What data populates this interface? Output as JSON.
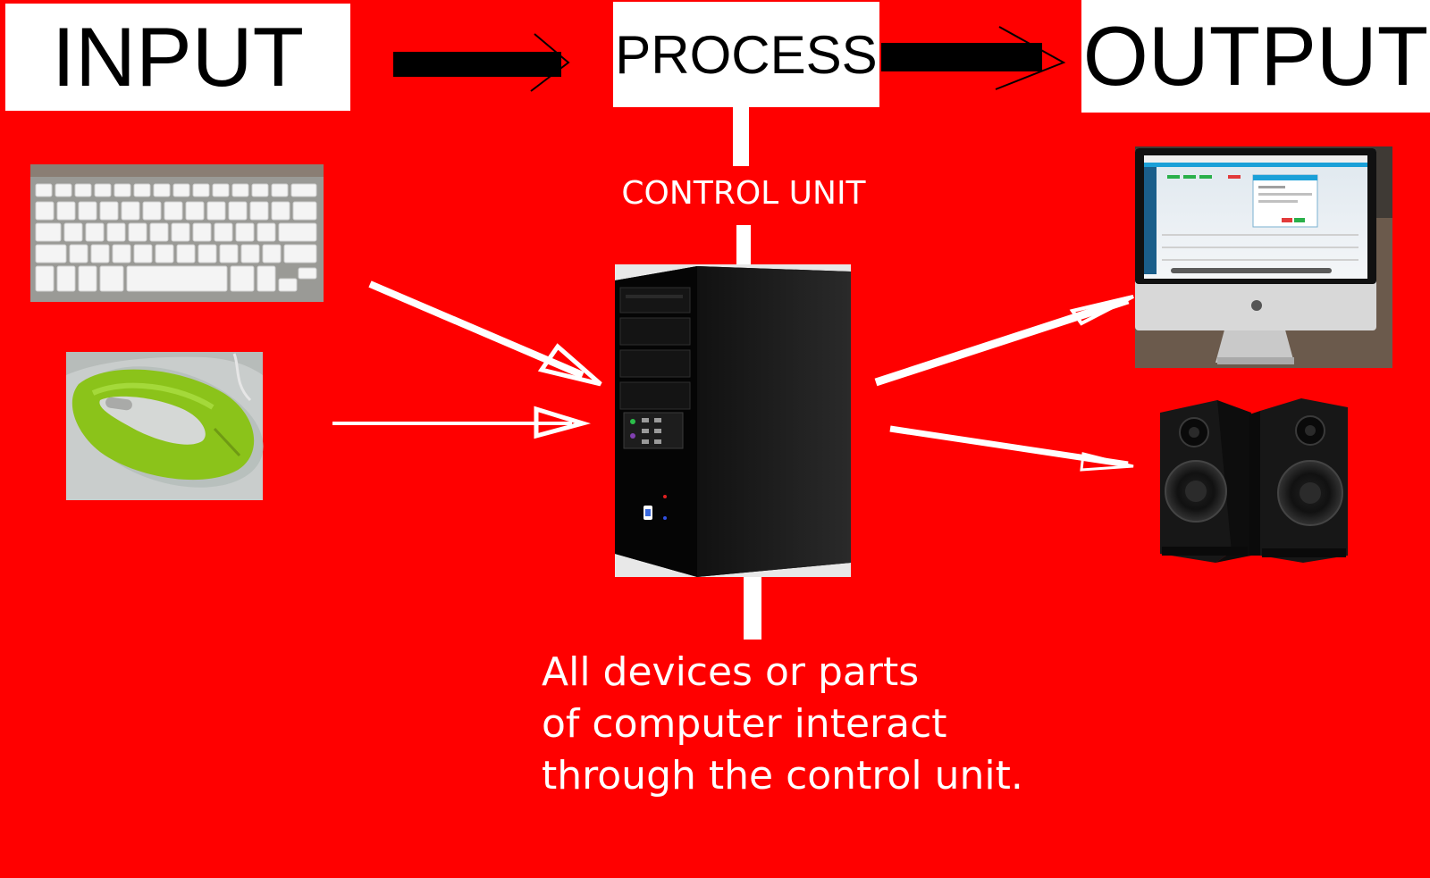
{
  "colors": {
    "background": "#ff0000",
    "header_box": "#ffffff",
    "header_text": "#000000",
    "connector": "#ffffff",
    "process_arrow": "#000000"
  },
  "header": {
    "input": "INPUT",
    "process": "PROCESS",
    "output": "OUTPUT"
  },
  "control_unit_label": "CONTROL UNIT",
  "caption": [
    "All devices or parts",
    "of computer interact",
    "through the control unit."
  ],
  "devices": {
    "input": [
      {
        "name": "keyboard",
        "icon": "keyboard-icon"
      },
      {
        "name": "mouse",
        "icon": "mouse-icon"
      }
    ],
    "process": {
      "name": "computer tower",
      "icon": "cpu-tower-icon"
    },
    "output": [
      {
        "name": "monitor",
        "icon": "monitor-icon"
      },
      {
        "name": "speakers",
        "icon": "speaker-icon"
      }
    ]
  }
}
